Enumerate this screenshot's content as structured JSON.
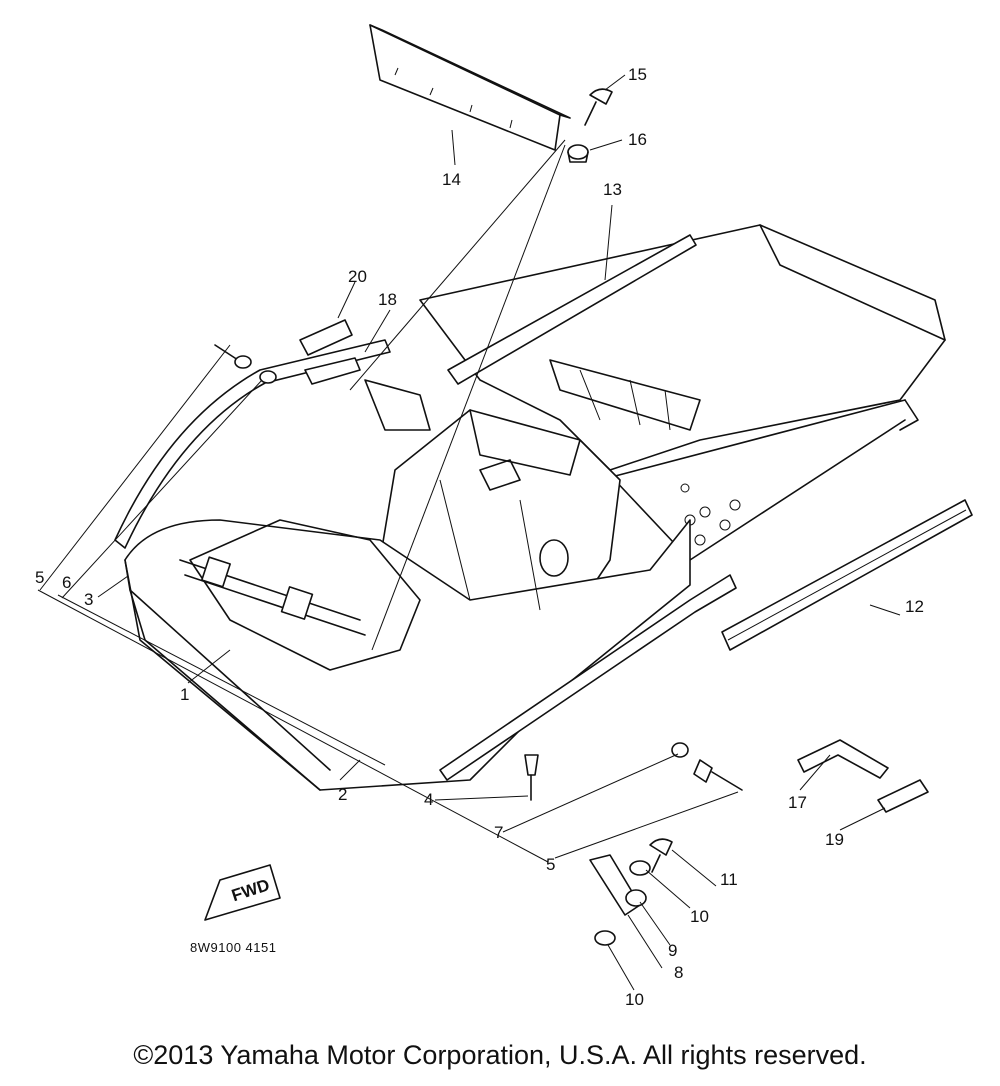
{
  "diagram": {
    "callouts": [
      "1",
      "2",
      "3",
      "4",
      "5",
      "5",
      "6",
      "7",
      "8",
      "9",
      "10",
      "10",
      "11",
      "12",
      "13",
      "14",
      "15",
      "16",
      "17",
      "18",
      "19",
      "20"
    ],
    "direction_label": "FWD",
    "figure_code": "8W9100 4151"
  },
  "footer": {
    "copyright": "©2013 Yamaha Motor Corporation, U.S.A. All rights reserved."
  }
}
